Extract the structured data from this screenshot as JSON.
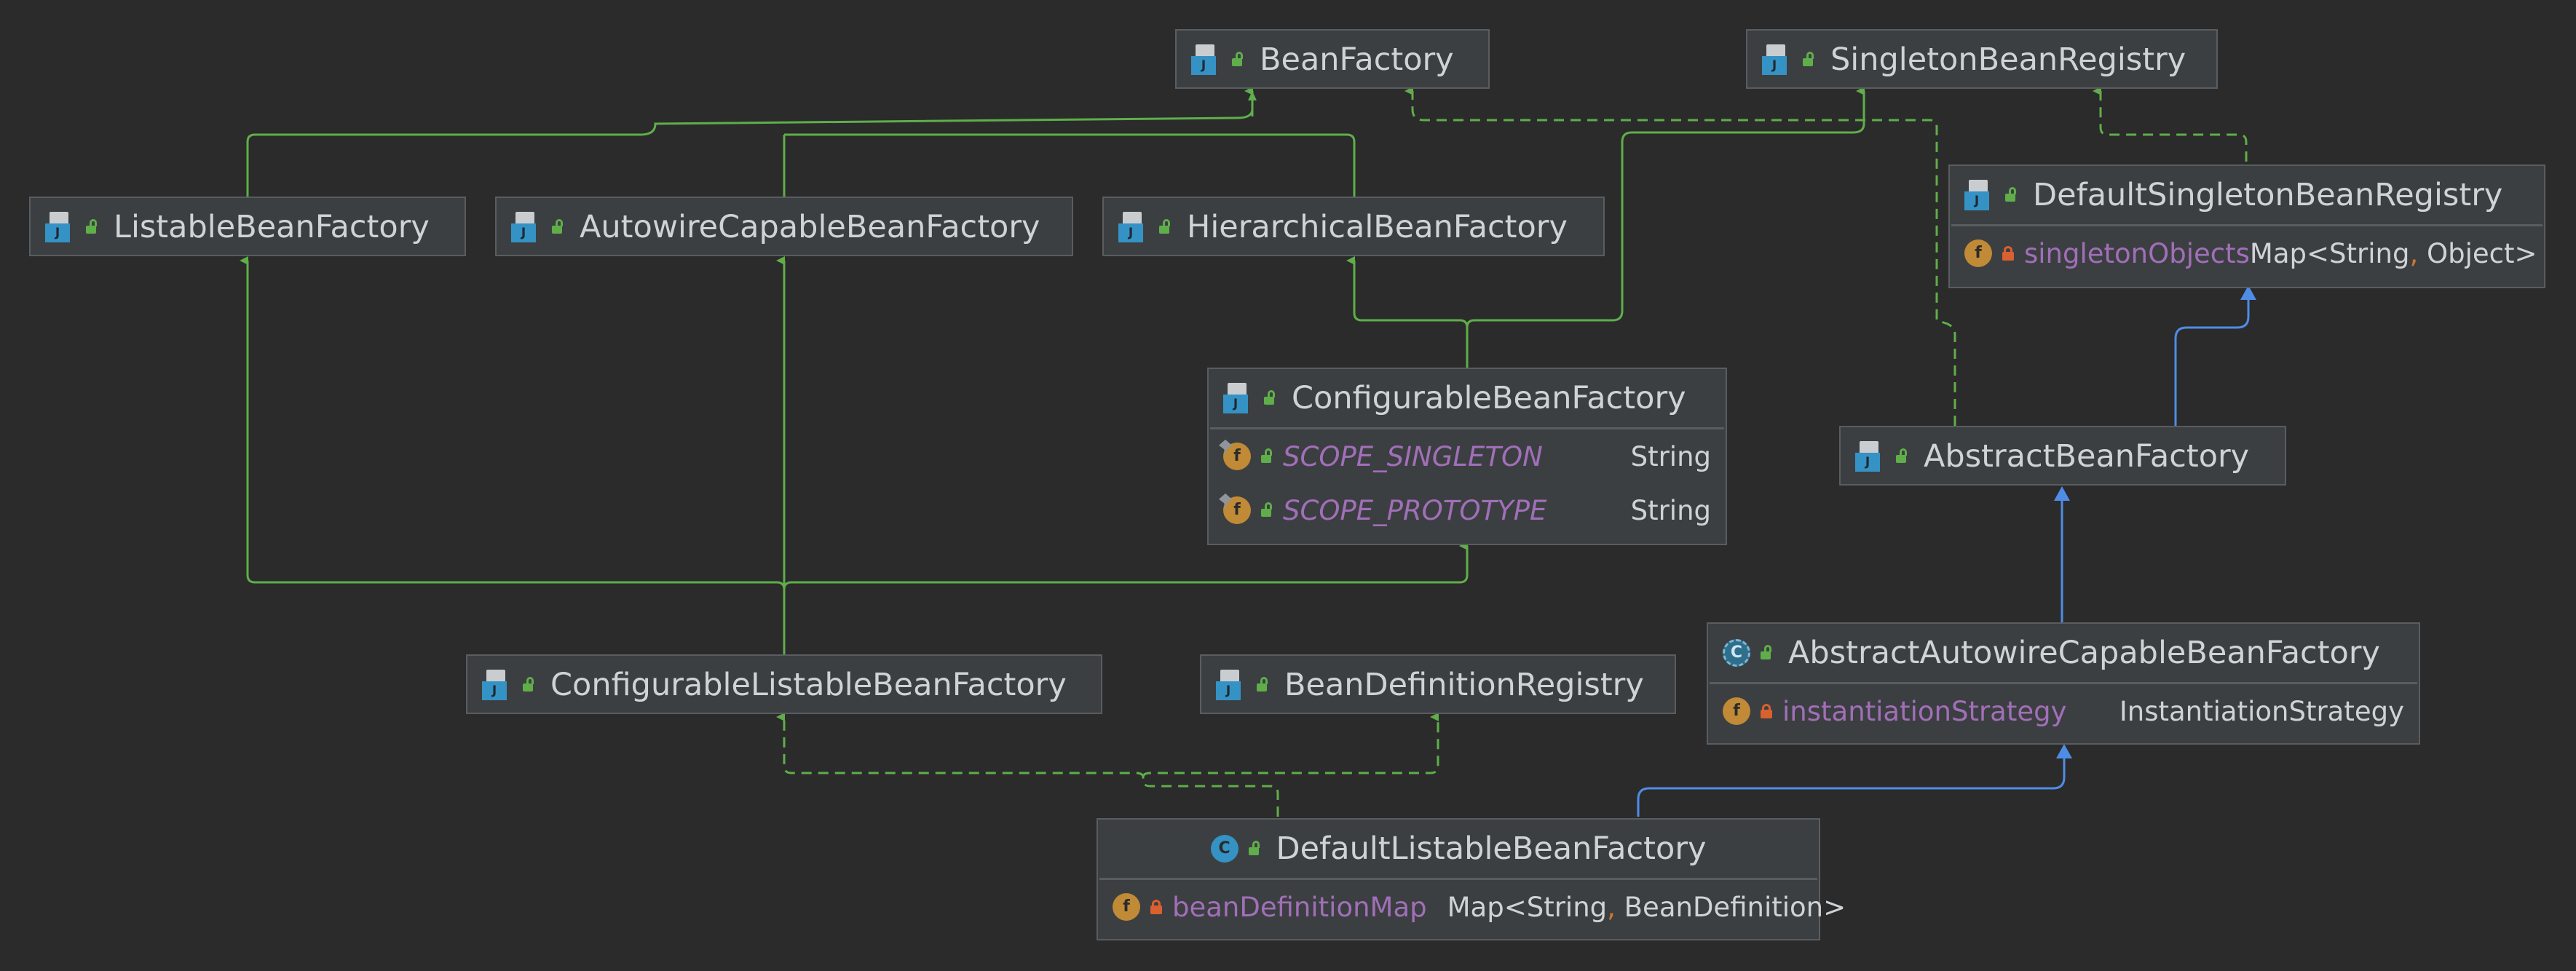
{
  "colors": {
    "background": "#2b2b2b",
    "node_fill": "#3c3f41",
    "extends_interface_edge": "#5fae4a",
    "extends_class_edge": "#4f8ce6",
    "field_name": "#a16fb8"
  },
  "nodes": {
    "bean_factory": {
      "title": "BeanFactory",
      "icon": "interface-icon"
    },
    "singleton_bean_registry": {
      "title": "SingletonBeanRegistry",
      "icon": "interface-icon"
    },
    "listable_bean_factory": {
      "title": "ListableBeanFactory",
      "icon": "interface-icon"
    },
    "autowire_capable_bean_factory": {
      "title": "AutowireCapableBeanFactory",
      "icon": "interface-icon"
    },
    "hierarchical_bean_factory": {
      "title": "HierarchicalBeanFactory",
      "icon": "interface-icon"
    },
    "default_singleton_bean_registry": {
      "title": "DefaultSingletonBeanRegistry",
      "icon": "interface-icon",
      "fields": [
        {
          "name": "singletonObjects",
          "type_a": "Map<String",
          "type_sep": ",",
          "type_b": " Object>"
        }
      ]
    },
    "configurable_bean_factory": {
      "title": "ConfigurableBeanFactory",
      "icon": "interface-icon",
      "fields": [
        {
          "name": "SCOPE_SINGLETON",
          "type": "String"
        },
        {
          "name": "SCOPE_PROTOTYPE",
          "type": "String"
        }
      ]
    },
    "abstract_bean_factory": {
      "title": "AbstractBeanFactory",
      "icon": "interface-icon"
    },
    "configurable_listable_bean_factory": {
      "title": "ConfigurableListableBeanFactory",
      "icon": "interface-icon"
    },
    "bean_definition_registry": {
      "title": "BeanDefinitionRegistry",
      "icon": "interface-icon"
    },
    "abstract_autowire_capable_bean_factory": {
      "title": "AbstractAutowireCapableBeanFactory",
      "icon": "abstract-class-icon",
      "fields": [
        {
          "name": "instantiationStrategy",
          "type": "InstantiationStrategy"
        }
      ]
    },
    "default_listable_bean_factory": {
      "title": "DefaultListableBeanFactory",
      "icon": "class-icon",
      "fields": [
        {
          "name": "beanDefinitionMap",
          "type_a": "Map<String",
          "type_sep": ",",
          "type_b": " BeanDefinition>"
        }
      ]
    }
  },
  "edges": [
    {
      "from": "ListableBeanFactory",
      "to": "BeanFactory",
      "kind": "extends"
    },
    {
      "from": "AutowireCapableBeanFactory",
      "to": "BeanFactory",
      "kind": "extends"
    },
    {
      "from": "HierarchicalBeanFactory",
      "to": "BeanFactory",
      "kind": "extends"
    },
    {
      "from": "ConfigurableBeanFactory",
      "to": "HierarchicalBeanFactory",
      "kind": "extends"
    },
    {
      "from": "ConfigurableBeanFactory",
      "to": "SingletonBeanRegistry",
      "kind": "extends"
    },
    {
      "from": "DefaultSingletonBeanRegistry",
      "to": "SingletonBeanRegistry",
      "kind": "implements"
    },
    {
      "from": "AbstractBeanFactory",
      "to": "BeanFactory",
      "kind": "implements"
    },
    {
      "from": "AbstractBeanFactory",
      "to": "DefaultSingletonBeanRegistry",
      "kind": "extends-class"
    },
    {
      "from": "ConfigurableListableBeanFactory",
      "to": "ListableBeanFactory",
      "kind": "extends"
    },
    {
      "from": "ConfigurableListableBeanFactory",
      "to": "AutowireCapableBeanFactory",
      "kind": "extends"
    },
    {
      "from": "ConfigurableListableBeanFactory",
      "to": "ConfigurableBeanFactory",
      "kind": "extends"
    },
    {
      "from": "AbstractAutowireCapableBeanFactory",
      "to": "AbstractBeanFactory",
      "kind": "extends-class"
    },
    {
      "from": "DefaultListableBeanFactory",
      "to": "AbstractAutowireCapableBeanFactory",
      "kind": "extends-class"
    },
    {
      "from": "DefaultListableBeanFactory",
      "to": "ConfigurableListableBeanFactory",
      "kind": "implements"
    },
    {
      "from": "DefaultListableBeanFactory",
      "to": "BeanDefinitionRegistry",
      "kind": "implements"
    }
  ]
}
